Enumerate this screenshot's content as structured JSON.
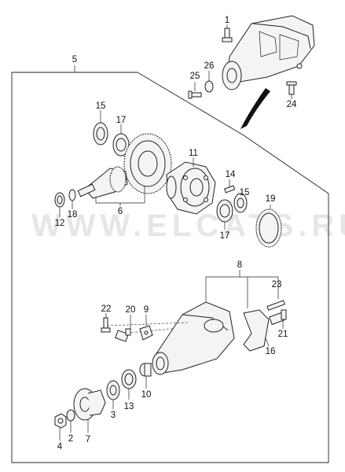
{
  "watermark": "WWW.ELCATS.RU",
  "labels": {
    "p1": "1",
    "p2": "2",
    "p3": "3",
    "p4": "4",
    "p5": "5",
    "p6": "6",
    "p7": "7",
    "p8": "8",
    "p9": "9",
    "p10": "10",
    "p11": "11",
    "p12": "12",
    "p13": "13",
    "p14": "14",
    "p15a": "15",
    "p15b": "15",
    "p16": "16",
    "p17a": "17",
    "p17b": "17",
    "p18": "18",
    "p19": "19",
    "p20": "20",
    "p21": "21",
    "p22": "22",
    "p23": "23",
    "p24": "24",
    "p25": "25",
    "p26": "26"
  },
  "colors": {
    "line": "#222222",
    "watermark": "#e6e6e6",
    "background": "#ffffff"
  }
}
